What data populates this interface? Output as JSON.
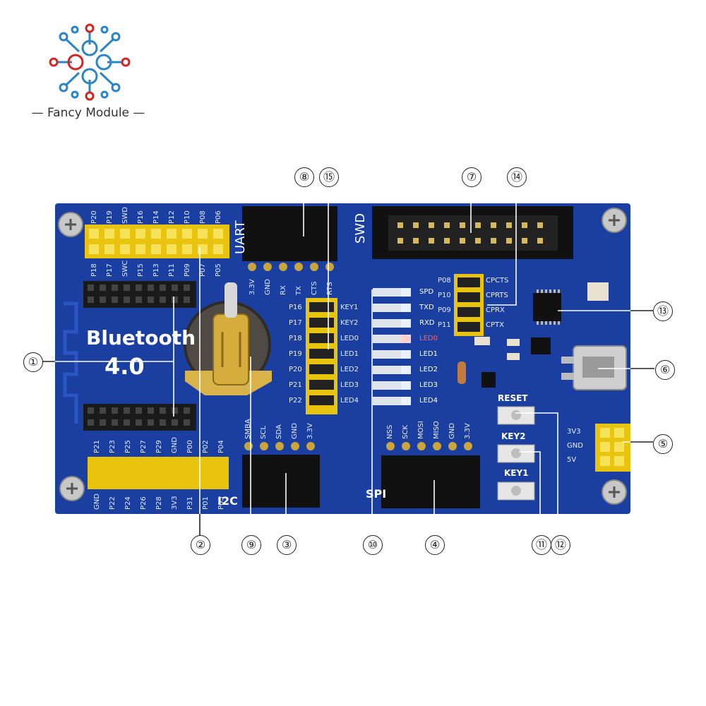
{
  "brand": {
    "name": "Fancy Module",
    "accent_red": "#d42323",
    "accent_blue": "#2a84c8"
  },
  "board": {
    "text_line1": "Bluetooth",
    "text_line2": "4.0",
    "board_color": "#1b3fa0",
    "header_color": "#f3d21a"
  },
  "headers": {
    "top_labels": [
      "P20",
      "P19",
      "SWD",
      "P16",
      "P14",
      "P12",
      "P10",
      "P08",
      "P06"
    ],
    "top_lower_labels": [
      "P18",
      "P17",
      "SWC",
      "P15",
      "P13",
      "P11",
      "P09",
      "P07",
      "P05"
    ],
    "bottom_labels": [
      "P21",
      "P23",
      "P25",
      "P27",
      "P29",
      "GND",
      "P00",
      "P02",
      "P04"
    ],
    "bottom_lower_labels": [
      "GND",
      "P22",
      "P24",
      "P26",
      "P28",
      "3V3",
      "P31",
      "P01",
      "P03"
    ]
  },
  "connectors": {
    "uart_name": "UART",
    "uart_pins": [
      "3.3V",
      "GND",
      "RX",
      "TX",
      "CTS",
      "RTS"
    ],
    "swd_name": "SWD",
    "i2c_name": "I2C",
    "i2c_pins": [
      "SMBA",
      "SCL",
      "SDA",
      "GND",
      "3.3V"
    ],
    "spi_name": "SPI",
    "spi_pins": [
      "NSS",
      "SCK",
      "MOSI",
      "MISO",
      "GND",
      "3.3V"
    ]
  },
  "jumpers": {
    "left_port_labels": [
      "P16",
      "P17",
      "P18",
      "P19",
      "P20",
      "P21",
      "P22"
    ],
    "right_func_labels": [
      "KEY1",
      "KEY2",
      "LED0",
      "LED1",
      "LED2",
      "LED3",
      "LED4"
    ],
    "led_labels": [
      "SPD",
      "TXD",
      "RXD",
      "LED0",
      "LED1",
      "LED2",
      "LED3",
      "LED4"
    ],
    "cp_port_labels": [
      "P08",
      "P10",
      "P09",
      "P11"
    ],
    "cp_func_labels": [
      "CPCTS",
      "CPRTS",
      "CPRX",
      "CPTX"
    ],
    "power_labels": [
      "3V3",
      "GND",
      "5V"
    ]
  },
  "buttons": [
    "RESET",
    "KEY2",
    "KEY1"
  ],
  "callouts": [
    "①",
    "②",
    "③",
    "④",
    "⑤",
    "⑥",
    "⑦",
    "⑧",
    "⑨",
    "⑩",
    "⑪",
    "⑫",
    "⑬",
    "⑭",
    "⑮"
  ]
}
